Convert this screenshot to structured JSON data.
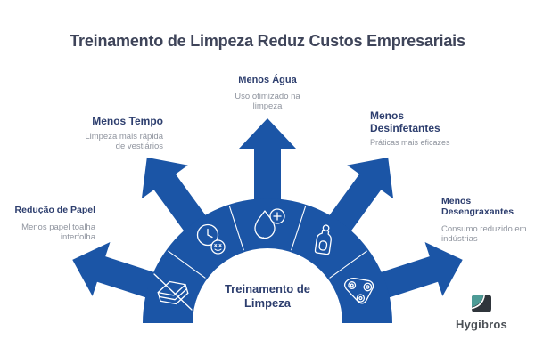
{
  "title": "Treinamento de Limpeza Reduz Custos Empresariais",
  "center_label": [
    "Treinamento de",
    "Limpeza"
  ],
  "sections": [
    {
      "id": "reducao-de-papel",
      "label_lines": [
        "Redução de Papel"
      ],
      "desc_lines": [
        "Menos papel toalha",
        "interfolha"
      ],
      "icon": "paper-stack-icon"
    },
    {
      "id": "menos-tempo",
      "label_lines": [
        "Menos Tempo"
      ],
      "desc_lines": [
        "Limpeza mais rápida",
        "de vestiários"
      ],
      "icon": "clock-smiley-icon"
    },
    {
      "id": "menos-agua",
      "label_lines": [
        "Menos Água"
      ],
      "desc_lines": [
        "Uso otimizado na",
        "limpeza"
      ],
      "icon": "water-drop-plus-icon"
    },
    {
      "id": "menos-desinfetantes",
      "label_lines": [
        "Menos",
        "Desinfetantes"
      ],
      "desc_lines": [
        "Práticas mais eficazes"
      ],
      "icon": "detergent-bottle-icon"
    },
    {
      "id": "menos-desengraxantes",
      "label_lines": [
        "Menos",
        "Desengraxantes"
      ],
      "desc_lines": [
        "Consumo reduzido em",
        "indústrias"
      ],
      "icon": "belt-pulleys-icon"
    }
  ],
  "logo": {
    "name": "Hygibros"
  },
  "colors": {
    "primary_blue": "#1B55A6",
    "label_navy": "#2D3E6E",
    "title_color": "#3E4459",
    "desc_gray": "#8F949E",
    "logo_teal": "#4D9B96",
    "logo_dark": "#2F353B",
    "logo_text": "#4B5056"
  }
}
